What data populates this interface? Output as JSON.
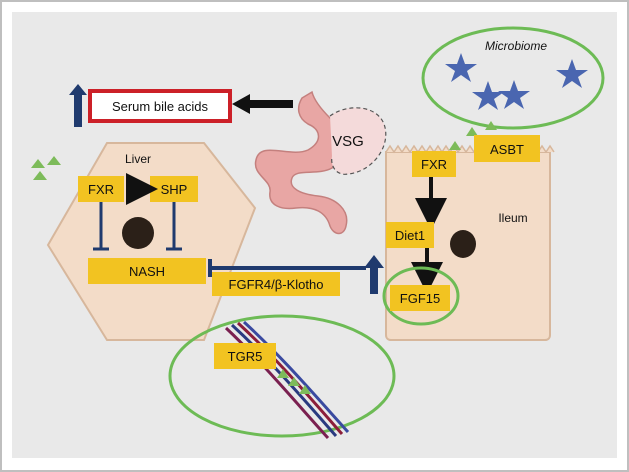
{
  "labels": {
    "microbiome": "Microbiome",
    "serum_bile_acids": "Serum bile acids",
    "vsg": "VSG",
    "liver": "Liver",
    "ileum": "Ileum",
    "fxr_liver": "FXR",
    "shp": "SHP",
    "nash": "NASH",
    "fgfr4": "FGFR4/β-Klotho",
    "asbt": "ASBT",
    "fxr_ileum": "FXR",
    "diet1": "Diet1",
    "fgf15": "FGF15",
    "tgr5": "TGR5"
  },
  "colors": {
    "background": "#e9e9e9",
    "cell_fill": "#f3dcc8",
    "cell_stroke": "#d7b79c",
    "label_box": "#f2c321",
    "green_outline": "#6dbb55",
    "star": "#4a66b0",
    "navy": "#1f3a6e",
    "red_box": "#cc2028",
    "black": "#111111",
    "intestine": "#e8a6a4",
    "triangle_green": "#7dbb5a"
  }
}
